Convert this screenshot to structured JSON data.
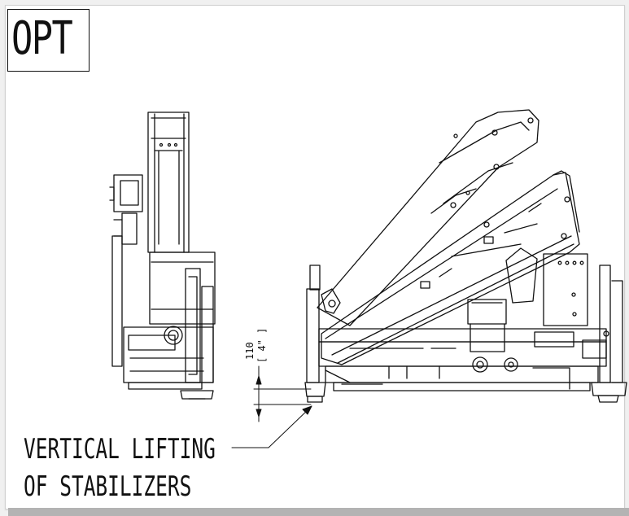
{
  "header": {
    "title": "OPT"
  },
  "dimension": {
    "value": "110",
    "imperial": "[ 4\" ]"
  },
  "annotation": {
    "line1": "VERTICAL LIFTING",
    "line2": "OF STABILIZERS"
  },
  "colors": {
    "ink": "#111111",
    "background": "#ffffff",
    "frame": "#f0f0f0",
    "bottom_bar": "#b3b3b3"
  }
}
